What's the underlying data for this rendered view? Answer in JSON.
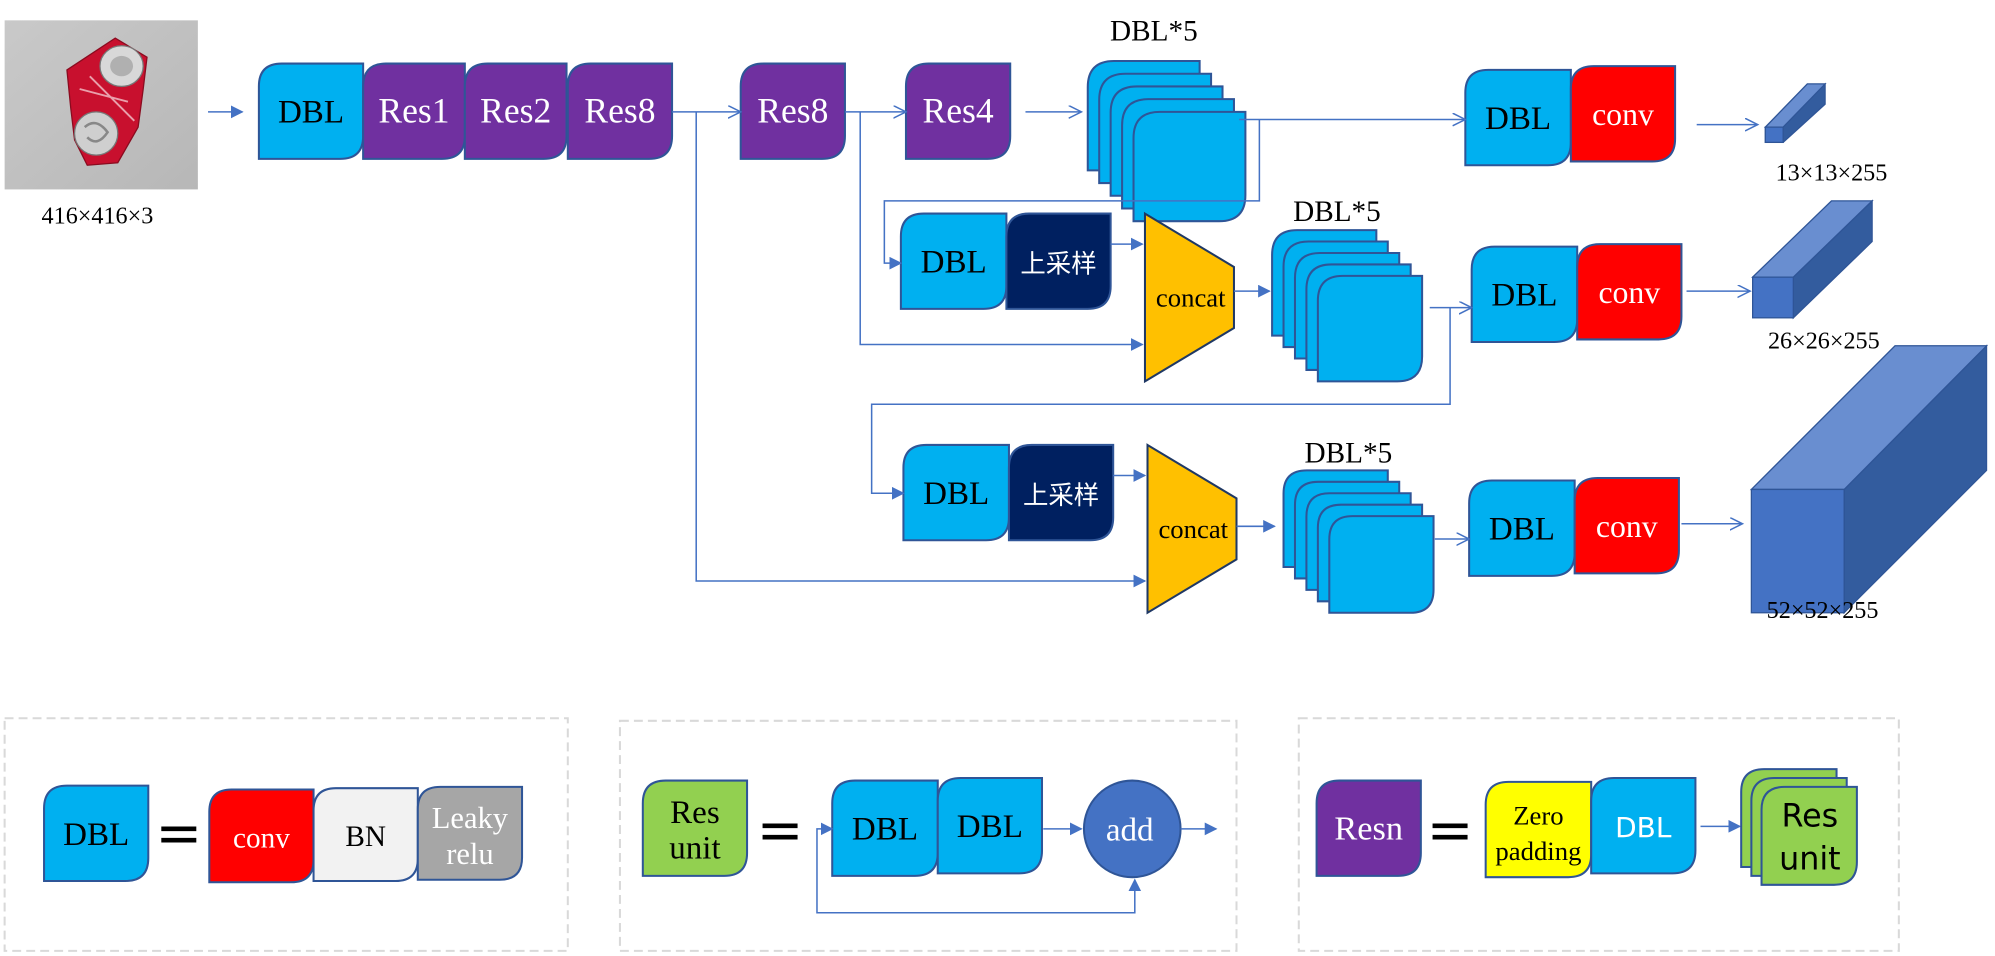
{
  "colors": {
    "dbl": "#00B0F0",
    "res": "#7030A0",
    "conv": "#FF0000",
    "upsample": "#002060",
    "concat": "#FFC000",
    "bn": "#F2F2F2",
    "leaky": "#A6A6A6",
    "resunit": "#92D050",
    "zeropad": "#FFFF00",
    "add": "#4472C4",
    "edge": "#4472C4",
    "cube_front": "#4472C4",
    "cube_top": "#698ED0",
    "cube_side": "#335C9E"
  },
  "input": {
    "label": "416×416×3",
    "image": "crushed-can-photo"
  },
  "backbone": {
    "dbl": "DBL",
    "res1": "Res1",
    "res2": "Res2",
    "res8a": "Res8",
    "res8b": "Res8",
    "res4": "Res4"
  },
  "branches": [
    {
      "stack_label": "DBL*5",
      "dbl": "DBL",
      "conv": "conv",
      "output": "13×13×255"
    },
    {
      "dbl_up": "DBL",
      "upsample": "上采样",
      "concat": "concat",
      "stack_label": "DBL*5",
      "dbl": "DBL",
      "conv": "conv",
      "output": "26×26×255"
    },
    {
      "dbl_up": "DBL",
      "upsample": "上采样",
      "concat": "concat",
      "stack_label": "DBL*5",
      "dbl": "DBL",
      "conv": "conv",
      "output": "52×52×255"
    }
  ],
  "legend": {
    "dbl": {
      "lhs": "DBL",
      "eq": "=",
      "parts": [
        "conv",
        "BN",
        "Leaky",
        "relu"
      ]
    },
    "resunit": {
      "lhs1": "Res",
      "lhs2": "unit",
      "eq": "=",
      "dbl1": "DBL",
      "dbl2": "DBL",
      "add": "add"
    },
    "resn": {
      "lhs": "Resn",
      "eq": "=",
      "zp1": "Zero",
      "zp2": "padding",
      "dbl": "DBL",
      "ru1": "Res",
      "ru2": "unit"
    }
  }
}
